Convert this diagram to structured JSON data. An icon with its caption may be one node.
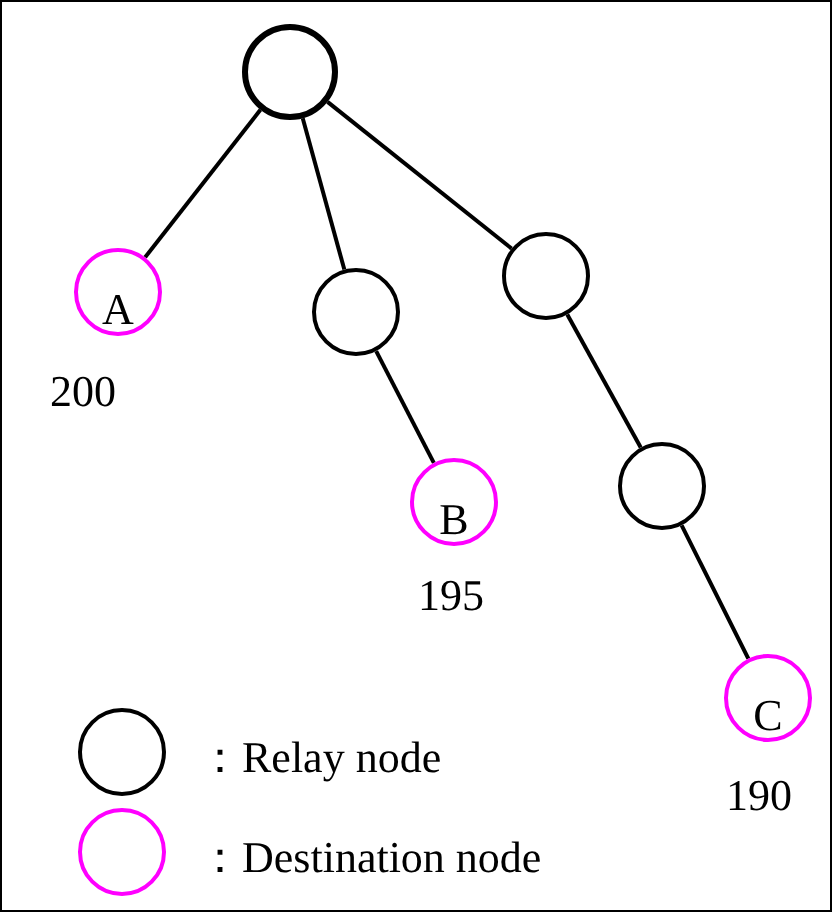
{
  "diagram": {
    "nodes": [
      {
        "text": [],
        "shape": "circle"
      },
      {
        "text": [
          "A"
        ],
        "beside": [
          "200"
        ]
      },
      {
        "text": [],
        "shape": "circle"
      },
      {
        "text": [],
        "shape": "circle"
      },
      {
        "text": [
          "B"
        ],
        "beside": [
          "195"
        ]
      },
      {
        "text": [],
        "shape": "circle"
      },
      {
        "text": [
          "C"
        ],
        "beside": [
          "190"
        ]
      }
    ],
    "edges": [
      {
        "from": 0,
        "to": 1,
        "arrow": "none"
      },
      {
        "from": 0,
        "to": 2,
        "arrow": "none"
      },
      {
        "from": 0,
        "to": 3,
        "arrow": "none"
      },
      {
        "from": 2,
        "to": 4,
        "arrow": "none"
      },
      {
        "from": 3,
        "to": 5,
        "arrow": "none"
      },
      {
        "from": 5,
        "to": 6,
        "arrow": "none"
      }
    ],
    "legend": [
      {
        "text": "：Relay node"
      },
      {
        "text": "：Destination node"
      }
    ]
  }
}
